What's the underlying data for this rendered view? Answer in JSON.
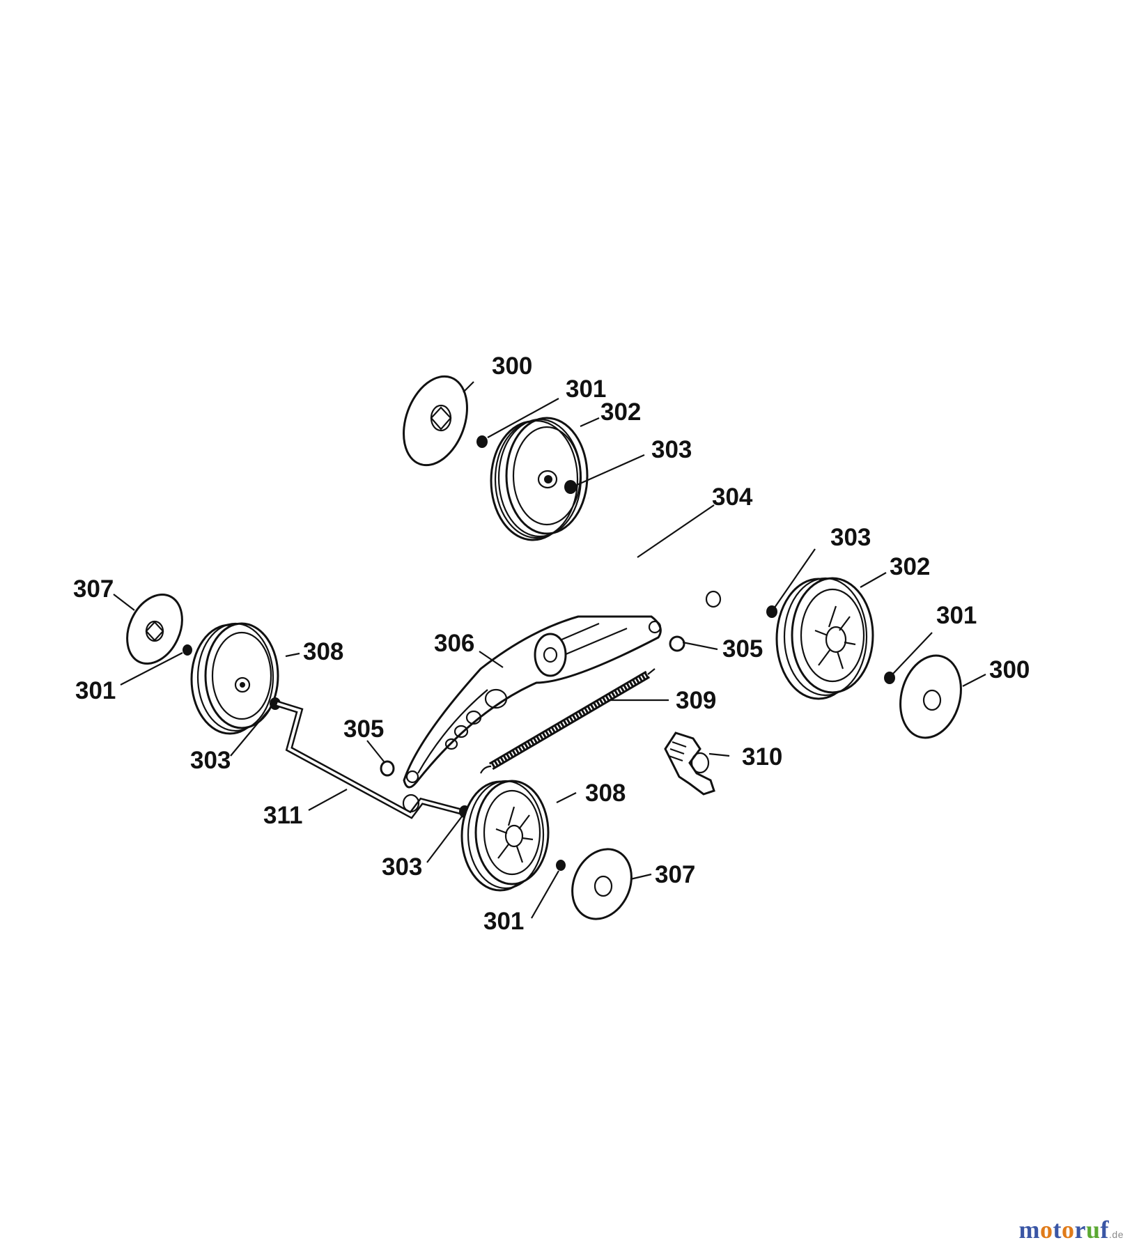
{
  "callouts": [
    {
      "id": "c1",
      "text": "300"
    },
    {
      "id": "c2",
      "text": "301"
    },
    {
      "id": "c3",
      "text": "302"
    },
    {
      "id": "c4",
      "text": "303"
    },
    {
      "id": "c5",
      "text": "304"
    },
    {
      "id": "c6",
      "text": "303"
    },
    {
      "id": "c7",
      "text": "302"
    },
    {
      "id": "c8",
      "text": "301"
    },
    {
      "id": "c9",
      "text": "300"
    },
    {
      "id": "c10",
      "text": "305"
    },
    {
      "id": "c11",
      "text": "306"
    },
    {
      "id": "c12",
      "text": "309"
    },
    {
      "id": "c13",
      "text": "310"
    },
    {
      "id": "c14",
      "text": "307"
    },
    {
      "id": "c15",
      "text": "301"
    },
    {
      "id": "c16",
      "text": "308"
    },
    {
      "id": "c17",
      "text": "303"
    },
    {
      "id": "c18",
      "text": "305"
    },
    {
      "id": "c19",
      "text": "311"
    },
    {
      "id": "c20",
      "text": "308"
    },
    {
      "id": "c21",
      "text": "303"
    },
    {
      "id": "c22",
      "text": "307"
    },
    {
      "id": "c23",
      "text": "301"
    }
  ],
  "watermark": {
    "brand": "motoruf",
    "tld": ".de",
    "colors": {
      "m": "#3a56a5",
      "o1": "#e07b1a",
      "t": "#3a56a5",
      "o2": "#e07b1a",
      "r": "#3a56a5",
      "u": "#5aa832",
      "f": "#3a56a5"
    }
  }
}
